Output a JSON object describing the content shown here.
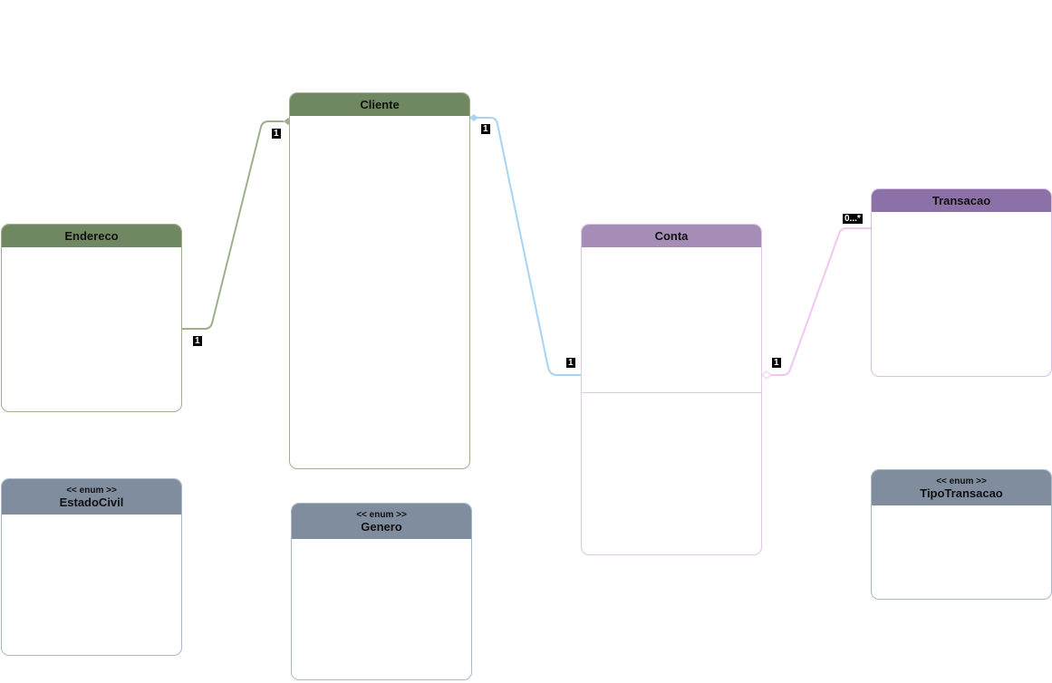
{
  "diagram": {
    "classes": {
      "endereco": {
        "name": "Endereco"
      },
      "cliente": {
        "name": "Cliente"
      },
      "conta": {
        "name": "Conta"
      },
      "transacao": {
        "name": "Transacao"
      },
      "estadocivil": {
        "stereotype": "<< enum >>",
        "name": "EstadoCivil"
      },
      "genero": {
        "stereotype": "<< enum >>",
        "name": "Genero"
      },
      "tipotransacao": {
        "stereotype": "<< enum >>",
        "name": "TipoTransacao"
      }
    },
    "associations": {
      "endereco_cliente": {
        "from_mult": "1",
        "to_mult": "1",
        "color": "#9db08c"
      },
      "cliente_conta": {
        "from_mult": "1",
        "to_mult": "1",
        "color": "#a6d4f2"
      },
      "conta_transacao": {
        "from_mult": "1",
        "to_mult": "0...*",
        "color": "#f2c6f2"
      }
    },
    "colors": {
      "green_header": "#6f8862",
      "purple_header_light": "#a58db8",
      "purple_header_dark": "#8c70a8",
      "enum_header": "#7f8d9e"
    }
  }
}
